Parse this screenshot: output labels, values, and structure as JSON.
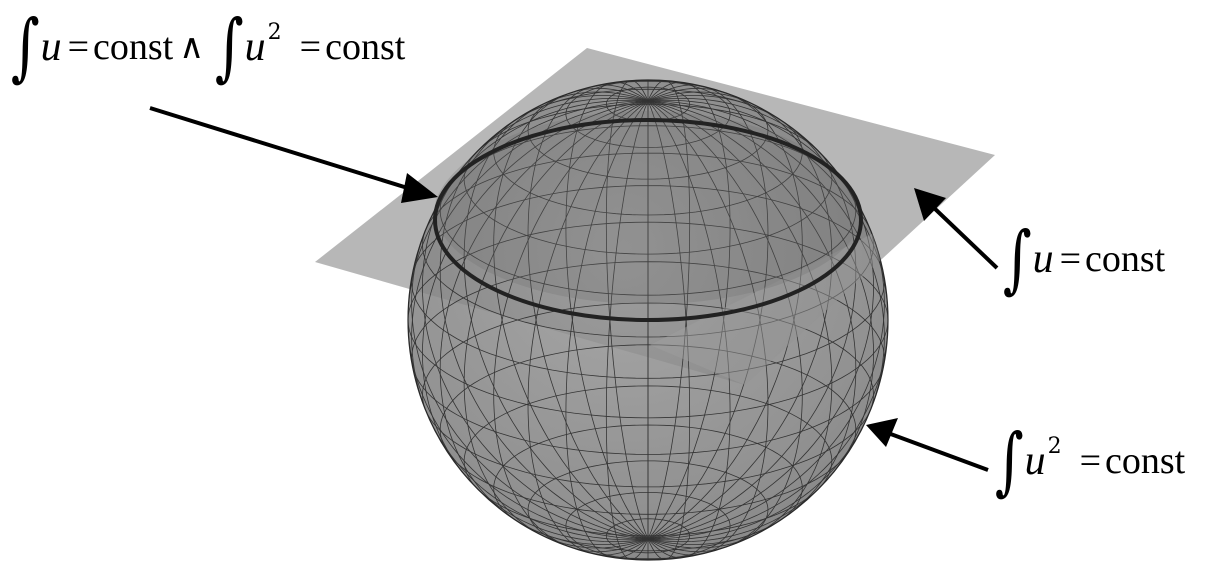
{
  "labels": {
    "intersection": {
      "integral_1": "∫",
      "var_1": "u",
      "eq_1": "=",
      "rhs_1": "const",
      "wedge": "∧",
      "integral_2": "∫",
      "var_2": "u",
      "exp_2": "2",
      "eq_2": "=",
      "rhs_2": "const"
    },
    "plane": {
      "integral": "∫",
      "var": "u",
      "eq": "=",
      "rhs": "const"
    },
    "sphere": {
      "integral": "∫",
      "var": "u",
      "exp": "2",
      "eq": "=",
      "rhs": "const"
    }
  },
  "colors": {
    "plane_fill": "#a9a9a9",
    "sphere_fill": "#8c8c8c",
    "grid_line": "#2a2a2a",
    "intersection_circle": "#222222",
    "arrow": "#000000"
  }
}
